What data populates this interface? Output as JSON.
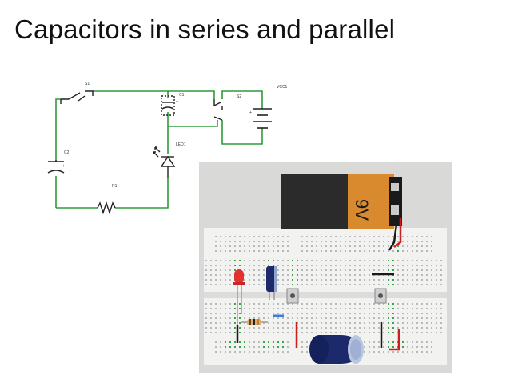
{
  "slide": {
    "title": "Capacitors in series and parallel"
  },
  "schematic": {
    "labels": {
      "s1": "S1",
      "s2": "S2",
      "c1": "C1",
      "c2": "C2",
      "led1": "LED1",
      "r1": "R1",
      "vcc1": "VCC1"
    }
  },
  "breadboard": {
    "battery_label": "9V"
  },
  "colors": {
    "wire_green": "#2e9b3a",
    "wire_red": "#cc1f1f",
    "battery_orange": "#d98a2e",
    "battery_black": "#2b2b2b",
    "board_white": "#f2f2f0",
    "capacitor_blue": "#1c2a6b"
  }
}
